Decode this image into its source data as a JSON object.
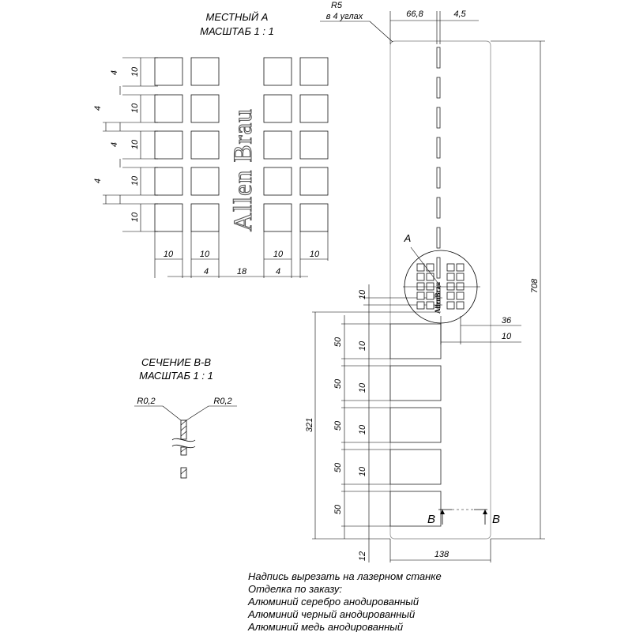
{
  "detail_a": {
    "title_line1": "МЕСТНЫЙ А",
    "title_line2": "МАСШТАБ 1 : 1",
    "brand_text": "Allen Brau",
    "dim_square": "10",
    "dim_gap": "4",
    "dim_center_gap": "18"
  },
  "section_bb": {
    "title_line1": "СЕЧЕНИЕ В-В",
    "title_line2": "МАСШТАБ 1 : 1",
    "radius_left": "R0,2",
    "radius_right": "R0,2"
  },
  "main_view": {
    "radius_label": "R5",
    "radius_note": "в 4 углах",
    "dim_top_offset": "66,8",
    "dim_slot_width": "4,5",
    "dim_height": "708",
    "dim_width": "138",
    "dim_grill_height": "321",
    "dim_bottom": "12",
    "dim_top_grill": "10",
    "dim_slot_height": "50",
    "dim_slot_gap": "10",
    "dim_36": "36",
    "dim_10": "10",
    "detail_marker": "A",
    "section_left": "B",
    "section_right": "B",
    "brand_small": "AllenBrau"
  },
  "notes": [
    "Надпись вырезать на лазерном станке",
    "Отделка по заказу:",
    "Алюминий серебро анодированный",
    "Алюминий черный анодированный",
    "Алюминий медь анодированный"
  ]
}
